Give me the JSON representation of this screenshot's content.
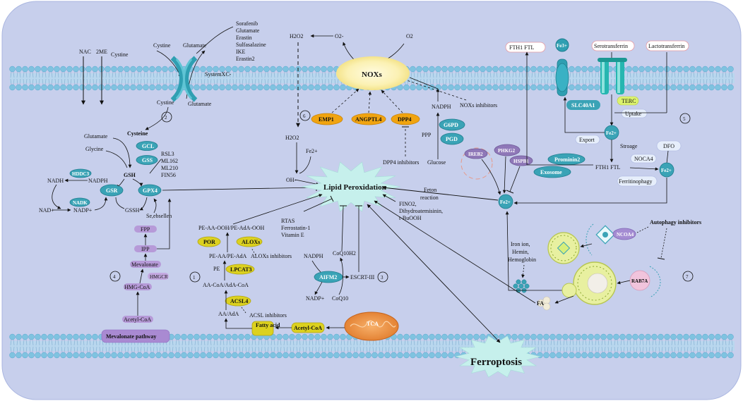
{
  "colors": {
    "background": "#c7cfec",
    "cell": "#bcc5e8",
    "membrane": "#7fc3e0",
    "teal": "#2f9fb2",
    "yellow": "#dcd11f",
    "orange": "#f0a410",
    "purple": "#a58ad0",
    "ros_star": "#c6f0ec"
  },
  "labels": {
    "nac": "NAC",
    "two_me": "2ME",
    "cystine_left": "Cystine",
    "cystine_top": "Cystine",
    "glutamate_top": "Glutamate",
    "system_xc": "SystemXC-",
    "cystine_bottom": "Cystine",
    "glutamate_bottom": "Glutamate",
    "inhibitors_xc": [
      "Sorafenib",
      "Glutamate",
      "Erastin",
      "Sulfasalazine",
      "IKE",
      "Erastin2"
    ],
    "cysteine": "Cysteine",
    "glutamate_mid": "Glutamate",
    "glycine": "Glycine",
    "gcl": "GCL",
    "gss": "GSS",
    "gsh": "GSH",
    "rsl3_list": [
      "RSL3",
      "ML162",
      "ML210",
      "FIN56"
    ],
    "hddc3": "HDDC3",
    "nadh": "NADH",
    "nadph_left": "NADPH",
    "gsr": "GSR",
    "gpx4": "GPX4",
    "nadk": "NADK",
    "nad_plus": "NAD+",
    "nadp_plus_left": "NADP+",
    "gssh": "GSSH",
    "se_ebselen": "Se,ebsellen",
    "fpp": "FPP",
    "ipp": "IPP",
    "mevalonate": "Mevalonate",
    "hmgcr": "HMGCR",
    "hmg_coa": "HMG-CoA",
    "acetyl_coa_left": "Acetyl-CoA",
    "mevalonate_pathway": "Mevalonate pathway",
    "h2o2_top": "H2O2",
    "o2_minus": "O2-",
    "o2": "O2",
    "noxs": "NOXs",
    "emp1": "EMP1",
    "angptl4": "ANGPTL4",
    "dpp4": "DPP4",
    "nadph_ppp": "NADPH",
    "ppp": "PPP",
    "g6pd": "G6PD",
    "pgd": "PGD",
    "noxs_inhibitors": "NOXs inhibitors",
    "dpp4_inhibitors": "DPP4 inhibitors",
    "glucose": "Glucose",
    "h2o2_mid": "H2O2",
    "fe2_mid": "Fe2+",
    "oh": "OH-",
    "lipid_peroxidation": "Lipid Peroxidation",
    "pe_ooh": "PE-AA-OOH/PE-AdA-OOH",
    "alox": "ALOXs",
    "por": "POR",
    "pe_aa": "PE-AA/PE-AdA",
    "alox_inhibitors": "ALOXs inhibitors",
    "pe": "PE",
    "lpcat3": "LPCAT3",
    "aa_coa": "AA-CoA/AdA-CoA",
    "acsl4": "ACSL4",
    "aa_ada": "AA/AdA",
    "acsl_inhibitors": "ACSL inhibitors",
    "fatty_acid": "Fatty acid",
    "acetyl_coa_mid": "Acetyl-CoA",
    "tca": "TCA",
    "rtas_list": [
      "RTAS",
      "Ferrostatin-1",
      "Vitamin E"
    ],
    "nadph_aifm": "NADPH",
    "aifm2": "AIFM2",
    "coq10h2": "CoQ10H2",
    "escrt": "ESCRT-III",
    "nadp_plus_mid": "NADP+",
    "coq10": "CoQ10",
    "fino2_list": [
      "FINO2,",
      "Dihydroatemisinin,",
      "t-BuOOH"
    ],
    "ferroptosis": "Ferroptosis",
    "feton": [
      "Feton",
      "reaction"
    ],
    "ireb2": "IREB2",
    "phkg2": "PHKG2",
    "hspb1": "HSPB1",
    "fe2_right": "Fe2+",
    "prominin2": "Prominin2",
    "exosome": "Exosome",
    "fth1_top": "FTH1 FTL",
    "fe3": "Fe3+",
    "serotransferrin": "Serotransferrin",
    "lactotransferrin": "Lactotransferrin",
    "slc40a1": "SLC40A1",
    "terc": "TERC",
    "uptake": "Uptake",
    "fe2_inner": "Fe2+",
    "export": "Export",
    "storage": "Stroage",
    "dfo": "DFO",
    "fth1_mid": "FTH1 FTL",
    "noca4": "NOCA4",
    "fe2_dfo": "Fe2+",
    "ferritinophagy": "Ferritinophagy",
    "iron_list": [
      "Iron ion,",
      "Hemin,",
      "Hemoglobin"
    ],
    "ncoa4": "NCOA4",
    "autophagy_inhibitors": "Autophagy inhibitors",
    "rab7a": "RAB7A",
    "fa": "FA",
    "nums": [
      "1",
      "2",
      "3",
      "4",
      "5",
      "6",
      "7"
    ]
  }
}
